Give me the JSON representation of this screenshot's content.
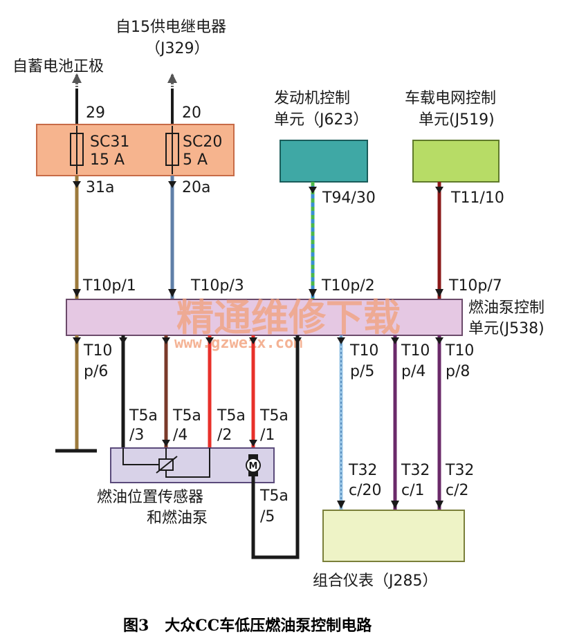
{
  "sources": {
    "battery_label": "自蓄电池正极",
    "relay_label_1": "自15供电继电器",
    "relay_label_2": "（J329）"
  },
  "fuse_box": {
    "pin_in_1": "29",
    "pin_in_2": "20",
    "fuse_1_name": "SC31",
    "fuse_1_rating": "15 A",
    "fuse_2_name": "SC20",
    "fuse_2_rating": "5 A",
    "pin_out_1": "31a",
    "pin_out_2": "20a"
  },
  "ecu_engine": {
    "label_1": "发动机控制",
    "label_2": "单元（J623）",
    "pin": "T94/30",
    "color": "#3fa8a5"
  },
  "ecu_bcm": {
    "label_1": "车载电网控制",
    "label_2": "单元(J519)",
    "pin": "T11/10",
    "color": "#b7dc66"
  },
  "pump_ctrl": {
    "label_1": "燃油泵控制",
    "label_2": "单元(J538)",
    "pin_top_1": "T10p/1",
    "pin_top_2": "T10p/3",
    "pin_top_3": "T10p/2",
    "pin_top_4": "T10p/7",
    "pin_bot_1a": "T10",
    "pin_bot_1b": "p/6",
    "pin_bot_2a": "T10",
    "pin_bot_2b": "p/5",
    "pin_bot_3a": "T10",
    "pin_bot_3b": "p/4",
    "pin_bot_4a": "T10",
    "pin_bot_4b": "p/8",
    "color": "#e5c8e3"
  },
  "pump_unit": {
    "pin_1a": "T5a",
    "pin_1b": "/3",
    "pin_2a": "T5a",
    "pin_2b": "/4",
    "pin_3a": "T5a",
    "pin_3b": "/2",
    "pin_4a": "T5a",
    "pin_4b": "/1",
    "pin_5a": "T5a",
    "pin_5b": "/5",
    "motor_symbol": "M",
    "label_1": "燃油位置传感器",
    "label_2": "和燃油泵",
    "color": "#d8d2e8"
  },
  "cluster": {
    "pin_1a": "T32",
    "pin_1b": "c/20",
    "pin_2a": "T32",
    "pin_2b": "c/1",
    "pin_3a": "T32",
    "pin_3b": "c/2",
    "label": "组合仪表（J285）",
    "color": "#eef3c6"
  },
  "watermark": {
    "text": "精通维修下载",
    "url": "www.gzweix.com"
  },
  "caption": "图3   大众CC车低压燃油泵控制电路"
}
